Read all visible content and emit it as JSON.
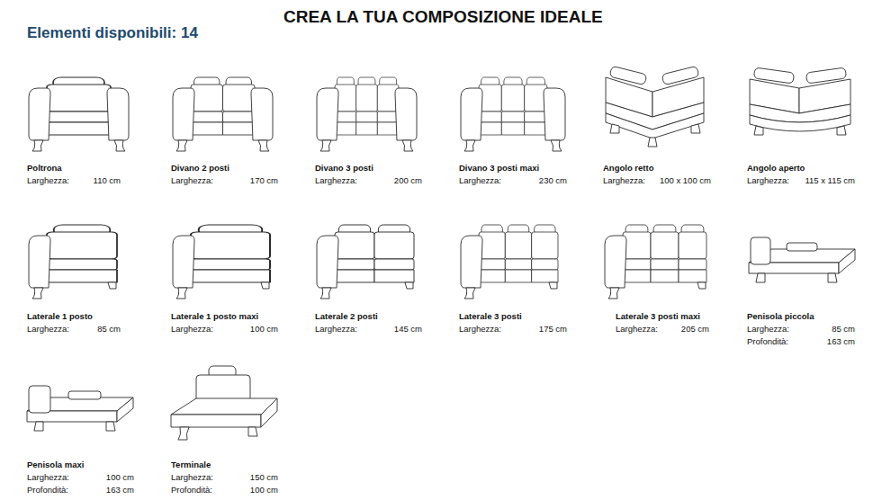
{
  "diagram": {
    "title": "CREA LA TUA COMPOSIZIONE IDEALE",
    "labels": [
      "Elementi disponibili: 14",
      "Poltrona",
      "Larghezza:",
      "110 cm",
      "Divano 2 posti",
      "Larghezza:",
      "170 cm",
      "Divano 3 posti",
      "Larghezza:",
      "200 cm",
      "Divano 3 posti maxi",
      "Larghezza:",
      "230 cm",
      "Angolo retto",
      "Larghezza:",
      "100 x 100 cm",
      "Angolo aperto",
      "Larghezza:",
      "115 x 115 cm",
      "Laterale 1 posto",
      "Larghezza:",
      "85 cm",
      "Laterale 1 posto maxi",
      "Larghezza:",
      "100 cm",
      "Laterale 2 posti",
      "Larghezza:",
      "145 cm",
      "Laterale 3 posti",
      "Larghezza:",
      "175 cm",
      "Laterale 3 posti maxi",
      "Larghezza:",
      "205 cm",
      "Penisola piccola",
      "Larghezza:",
      "85 cm",
      "Profondità:",
      "163 cm",
      "Penisola maxi",
      "Larghezza:",
      "100 cm",
      "Profondità:",
      "163 cm",
      "Terminale",
      "Larghezza:",
      "150 cm",
      "Profondità:",
      "100 cm"
    ]
  }
}
